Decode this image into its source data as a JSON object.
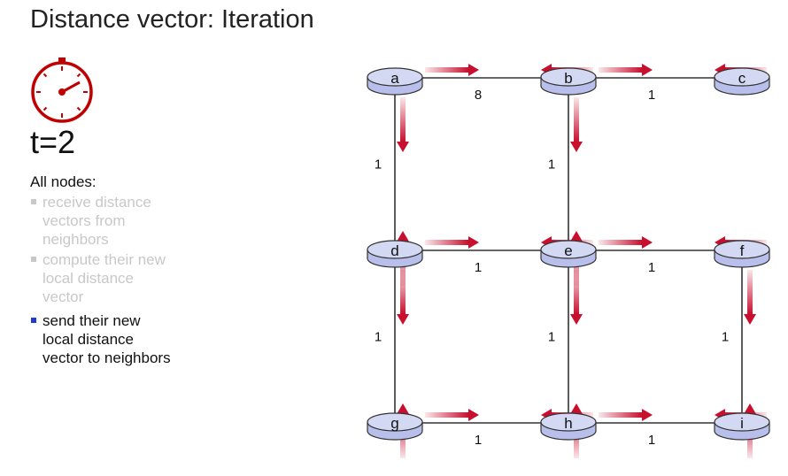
{
  "title": "Distance vector: Iteration",
  "time_label": "t=2",
  "clock_icon": "stopwatch-icon",
  "heading": "All nodes:",
  "steps": [
    {
      "text": "receive distance vectors from neighbors",
      "state": "dim",
      "lines": [
        "receive distance",
        "vectors from",
        "neighbors"
      ]
    },
    {
      "text": "compute their new local  distance vector",
      "state": "dim",
      "lines": [
        "compute their new",
        "local  distance",
        "vector"
      ]
    },
    {
      "text": "send their new local distance vector to neighbors",
      "state": "active",
      "lines": [
        "send their new",
        "local distance",
        "vector to neighbors"
      ]
    }
  ],
  "colors": {
    "clock": "#c00000",
    "arrow": "#c8102e",
    "router_fill": "#b8bfea",
    "router_stroke": "#333333",
    "active_bullet": "#1f3bd6",
    "dim_text": "#c8c8c8"
  },
  "network": {
    "nodes": [
      "a",
      "b",
      "c",
      "d",
      "e",
      "f",
      "g",
      "h",
      "i"
    ],
    "links": [
      {
        "from": "a",
        "to": "b",
        "cost": "8"
      },
      {
        "from": "b",
        "to": "c",
        "cost": "1"
      },
      {
        "from": "d",
        "to": "e",
        "cost": "1"
      },
      {
        "from": "e",
        "to": "f",
        "cost": "1"
      },
      {
        "from": "g",
        "to": "h",
        "cost": "1"
      },
      {
        "from": "h",
        "to": "i",
        "cost": "1"
      },
      {
        "from": "a",
        "to": "d",
        "cost": "1"
      },
      {
        "from": "b",
        "to": "e",
        "cost": "1"
      },
      {
        "from": "d",
        "to": "g",
        "cost": "1"
      },
      {
        "from": "e",
        "to": "h",
        "cost": "1"
      },
      {
        "from": "f",
        "to": "i",
        "cost": "1"
      }
    ]
  }
}
